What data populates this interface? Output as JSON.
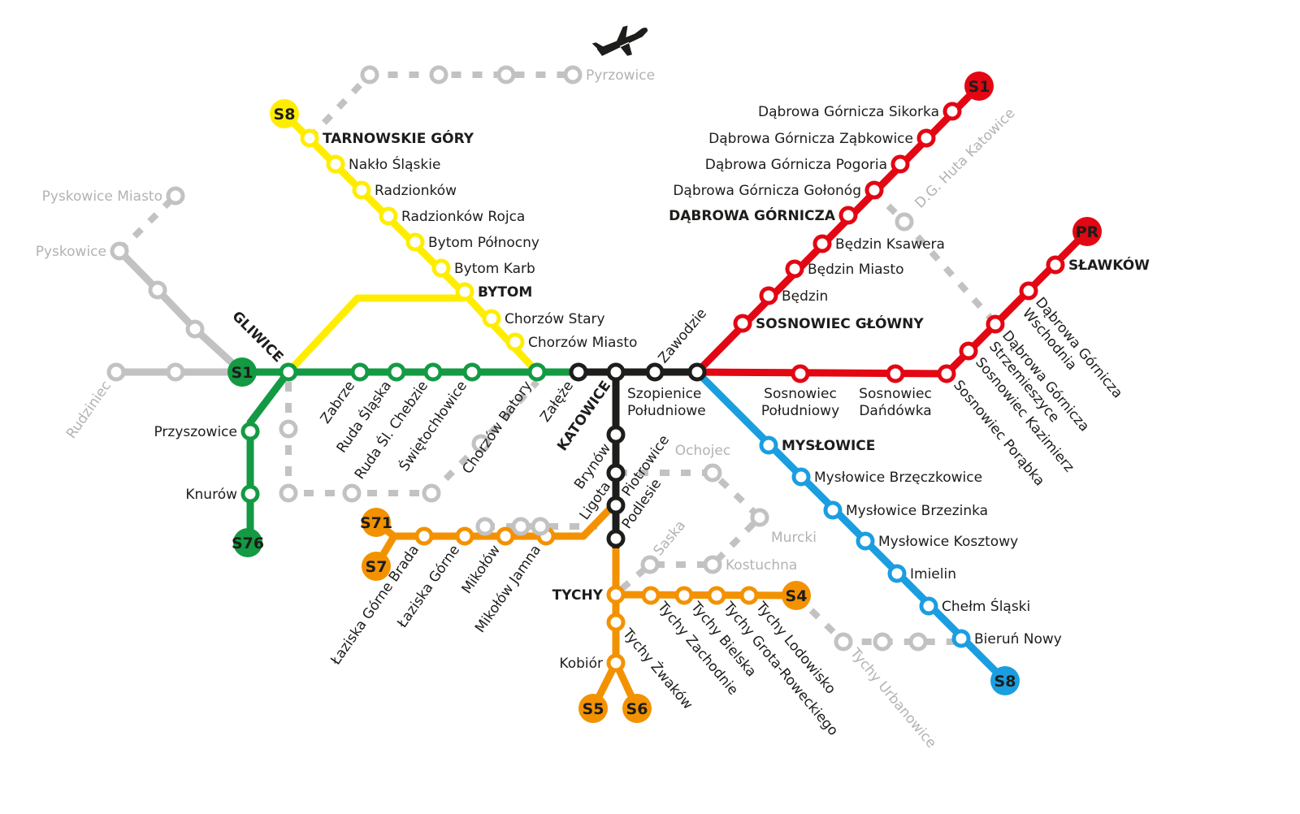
{
  "colors": {
    "green": "#139a43",
    "yellow": "#ffed00",
    "red": "#e30613",
    "blue": "#1a9ee0",
    "orange": "#f39200",
    "black": "#1d1d1b",
    "gray": "#c2c2c2"
  },
  "badges": {
    "s1_west": "S1",
    "s76": "S76",
    "s8_north": "S8",
    "s1_east": "S1",
    "pr": "PR",
    "s8_south": "S8",
    "s71": "S71",
    "s7": "S7",
    "s4": "S4",
    "s5": "S5",
    "s6": "S6"
  },
  "icons": {
    "airport": "airplane-icon"
  },
  "stations": {
    "tarnowskie": "TARNOWSKIE GÓRY",
    "naklo": "Nakło Śląskie",
    "radzionkow": "Radzionków",
    "rojca": "Radzionków Rojca",
    "bytom_pn": "Bytom Północny",
    "bytom_karb": "Bytom Karb",
    "bytom": "BYTOM",
    "chorzow_stary": "Chorzów Stary",
    "chorzow_miasto": "Chorzów Miasto",
    "gliwice": "GLIWICE",
    "zabrze": "Zabrze",
    "ruda": "Ruda Śląska",
    "chebzie": "Ruda Śl. Chebzie",
    "swietochlowice": "Świętochłowice",
    "batory": "Chorzów Batory",
    "zaleze": "Załęże",
    "katowice": "KATOWICE",
    "zawodzie": "Zawodzie",
    "szopienice": "Szopienice Południowe",
    "przyszowice": "Przyszowice",
    "knurow": "Knurów",
    "brynow": "Brynów",
    "ligota": "Ligota",
    "piotrowice": "Piotrowice",
    "podlesie": "Podlesie",
    "brada": "Łaziska Górne Brada",
    "laziska": "Łaziska Górne",
    "mikolow": "Mikołów",
    "jamna": "Mikołów Jamna",
    "tychy": "TYCHY",
    "zachodnie": "Tychy Zachodnie",
    "bielska": "Tychy Bielska",
    "grota": "Tychy Grota-Roweckiego",
    "lodowisko": "Tychy Lodowisko",
    "zwakow": "Tychy Żwaków",
    "kobior": "Kobiór",
    "sikorka": "Dąbrowa Górnicza Sikorka",
    "zabkowice": "Dąbrowa Górnicza Ząbkowice",
    "pogoria": "Dąbrowa Górnicza Pogoria",
    "golonog": "Dąbrowa Górnicza Gołonóg",
    "dabrowa": "DĄBROWA GÓRNICZA",
    "ksawera": "Będzin Ksawera",
    "bedzin_miasto": "Będzin Miasto",
    "bedzin": "Będzin",
    "sosnowiec": "SOSNOWIEC GŁÓWNY",
    "poludniowy": [
      "Sosnowiec",
      "Południowy"
    ],
    "dandowka": [
      "Sosnowiec",
      "Dańdówka"
    ],
    "porabka": "Sosnowiec Porąbka",
    "kazimierz": "Sosnowiec Kazimierz",
    "strzemieszyce": [
      "Dąbrowa Górnicza",
      "Strzemieszyce"
    ],
    "wschodnia": [
      "Dąbrowa Górnicza",
      "Wschodnia"
    ],
    "slawkow": "SŁAWKÓW",
    "myslowice": "MYSŁOWICE",
    "brzeczkowice": "Mysłowice Brzęczkowice",
    "brzezinka": "Mysłowice Brzezinka",
    "kosztowy": "Mysłowice Kosztowy",
    "imielin": "Imielin",
    "chelm": "Chełm Śląski",
    "bierun": "Bieruń Nowy",
    "pyrzowice": "Pyrzowice",
    "pyskowice_miasto": "Pyskowice Miasto",
    "pyskowice": "Pyskowice",
    "rudziniec": "Rudziniec",
    "ochojec": "Ochojec",
    "murcki": "Murcki",
    "kostuchna": "Kostuchna",
    "saska": "Saska",
    "dg_huta": "D.G. Huta Katowice",
    "urbanowice": "Tychy Urbanowice"
  }
}
